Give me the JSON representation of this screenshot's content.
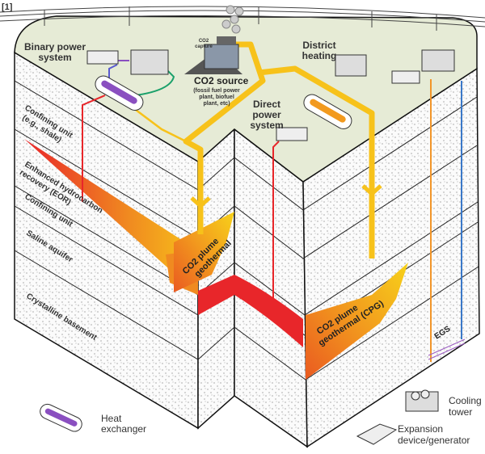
{
  "ref": "[1]",
  "labels": {
    "binary_power": [
      "Binary power",
      "system"
    ],
    "co2_capture": [
      "CO2",
      "capture"
    ],
    "co2_source": "CO2 source",
    "co2_source_note": [
      "(fossil fuel power",
      "plant, biofuel",
      "plant, etc)"
    ],
    "district_heating": [
      "District",
      "heating"
    ],
    "direct_power": [
      "Direct",
      "power",
      "system"
    ],
    "confining_shale": [
      "Confining unit",
      "(e.g., shale)"
    ],
    "eor": [
      "Enhanced hydrocarbon",
      "recovery (EOR)"
    ],
    "confining_unit": "Confining unit",
    "saline_aquifer": "Saline aquifer",
    "crystalline_basement": "Crystalline basement",
    "co2_plume": [
      "CO2 plume",
      "geothermal"
    ],
    "cpg": [
      "CO2 plume",
      "geothermal (CPG)"
    ],
    "egs": "EGS"
  },
  "legend": {
    "heat_exchanger": [
      "Heat",
      "exchanger"
    ],
    "cooling_tower": [
      "Cooling",
      "tower"
    ],
    "expansion_device": [
      "Expansion",
      "device/generator"
    ]
  },
  "colors": {
    "surface": "#e6ebd6",
    "co2_pipe": "#f7c21a",
    "hot_fluid": "#e8262a",
    "plume": "#f29a1e",
    "egs_hot": "#f2962a",
    "egs_cold": "#3a78c8",
    "binary_loop": "#1aa06a",
    "binary_out": "#8a4fc0"
  }
}
